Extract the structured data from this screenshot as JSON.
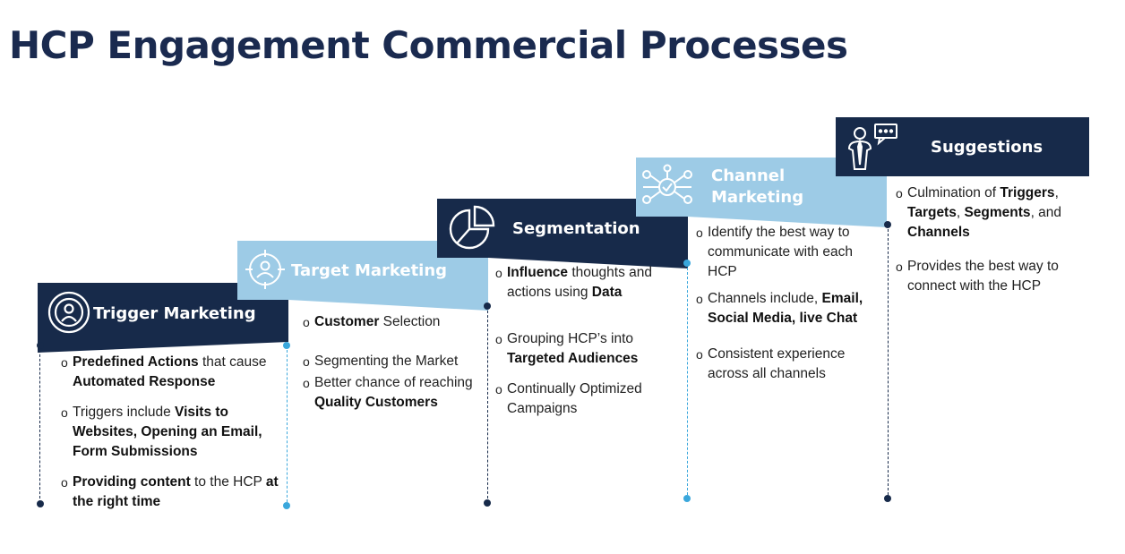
{
  "title": "HCP Engagement Commercial Processes",
  "colors": {
    "navy": "#172a4a",
    "light_blue": "#9dcbe6",
    "text": "#222222"
  },
  "steps": [
    {
      "label": "Trigger Marketing",
      "icon": "broadcast-person-icon",
      "bullets": [
        {
          "parts": [
            {
              "t": "Predefined Actions",
              "b": true
            },
            {
              "t": " that cause "
            },
            {
              "t": "Automated Response",
              "b": true
            }
          ]
        },
        {
          "parts": [
            {
              "t": "Triggers include "
            },
            {
              "t": "Visits to Websites, Opening an Email, Form Submissions",
              "b": true
            }
          ]
        },
        {
          "parts": [
            {
              "t": "Providing content",
              "b": true
            },
            {
              "t": " to the HCP "
            },
            {
              "t": "at the right time",
              "b": true
            }
          ]
        }
      ]
    },
    {
      "label": "Target Marketing",
      "icon": "target-person-icon",
      "bullets": [
        {
          "parts": [
            {
              "t": "Customer",
              "b": true
            },
            {
              "t": " Selection"
            }
          ]
        },
        {
          "parts": [
            {
              "t": "Segmenting the Market"
            }
          ]
        },
        {
          "parts": [
            {
              "t": "Better chance of reaching "
            },
            {
              "t": "Quality Customers",
              "b": true
            }
          ]
        }
      ]
    },
    {
      "label": "Segmentation",
      "icon": "pie-chart-icon",
      "bullets": [
        {
          "parts": [
            {
              "t": "Influence",
              "b": true
            },
            {
              "t": " thoughts and actions using "
            },
            {
              "t": "Data",
              "b": true
            }
          ]
        },
        {
          "parts": [
            {
              "t": "Grouping HCP’s into "
            },
            {
              "t": "Targeted Audiences",
              "b": true
            }
          ]
        },
        {
          "parts": [
            {
              "t": "Continually Optimized Campaigns"
            }
          ]
        }
      ]
    },
    {
      "label": "Channel Marketing",
      "icon": "network-check-icon",
      "bullets": [
        {
          "parts": [
            {
              "t": "Identify the best way to communicate with each HCP"
            }
          ]
        },
        {
          "parts": [
            {
              "t": "Channels include, "
            },
            {
              "t": "Email, Social Media, live Chat",
              "b": true
            }
          ]
        },
        {
          "parts": [
            {
              "t": "Consistent experience across all channels"
            }
          ]
        }
      ]
    },
    {
      "label": "Suggestions",
      "icon": "person-speech-icon",
      "bullets": [
        {
          "parts": [
            {
              "t": "Culmination of "
            },
            {
              "t": "Triggers",
              "b": true
            },
            {
              "t": ", "
            },
            {
              "t": "Targets",
              "b": true
            },
            {
              "t": ", "
            },
            {
              "t": "Segments",
              "b": true
            },
            {
              "t": ", and "
            },
            {
              "t": "Channels",
              "b": true
            }
          ]
        },
        {
          "parts": [
            {
              "t": "Provides the best way to connect with the HCP"
            }
          ]
        }
      ]
    }
  ]
}
